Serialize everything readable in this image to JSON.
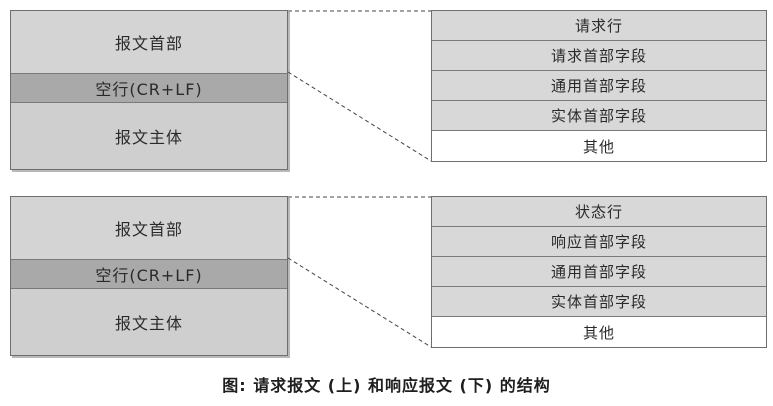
{
  "request": {
    "header": "报文首部",
    "empty_line": "空行(CR+LF)",
    "body": "报文主体",
    "fields": [
      "请求行",
      "请求首部字段",
      "通用首部字段",
      "实体首部字段",
      "其他"
    ]
  },
  "response": {
    "header": "报文首部",
    "empty_line": "空行(CR+LF)",
    "body": "报文主体",
    "fields": [
      "状态行",
      "响应首部字段",
      "通用首部字段",
      "实体首部字段",
      "其他"
    ]
  },
  "caption": "图: 请求报文 (上) 和响应报文 (下) 的结构"
}
